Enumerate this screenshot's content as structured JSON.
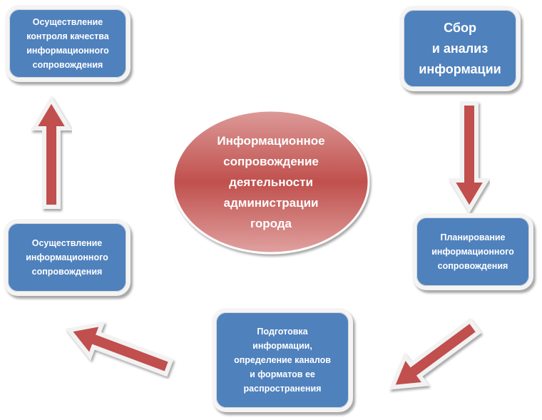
{
  "center": {
    "text": "Информационное\nсопровождение\nдеятельности\nадминистрации\nгорода"
  },
  "steps": [
    {
      "text": "Сбор\nи анализ\nинформации"
    },
    {
      "text": "Планирование\nинформационного\nсопровождения"
    },
    {
      "text": "Подготовка\nинформации,\nопределение каналов\nи форматов ее\nраспространения"
    },
    {
      "text": "Осуществление\nинформационного\nсопровождения"
    },
    {
      "text": "Осуществление\nконтроля  качества\nинформационного\nсопровождения"
    }
  ],
  "colors": {
    "box": "#4f81bd",
    "arrow": "#c0504d",
    "ellipse": "#c0504d"
  }
}
